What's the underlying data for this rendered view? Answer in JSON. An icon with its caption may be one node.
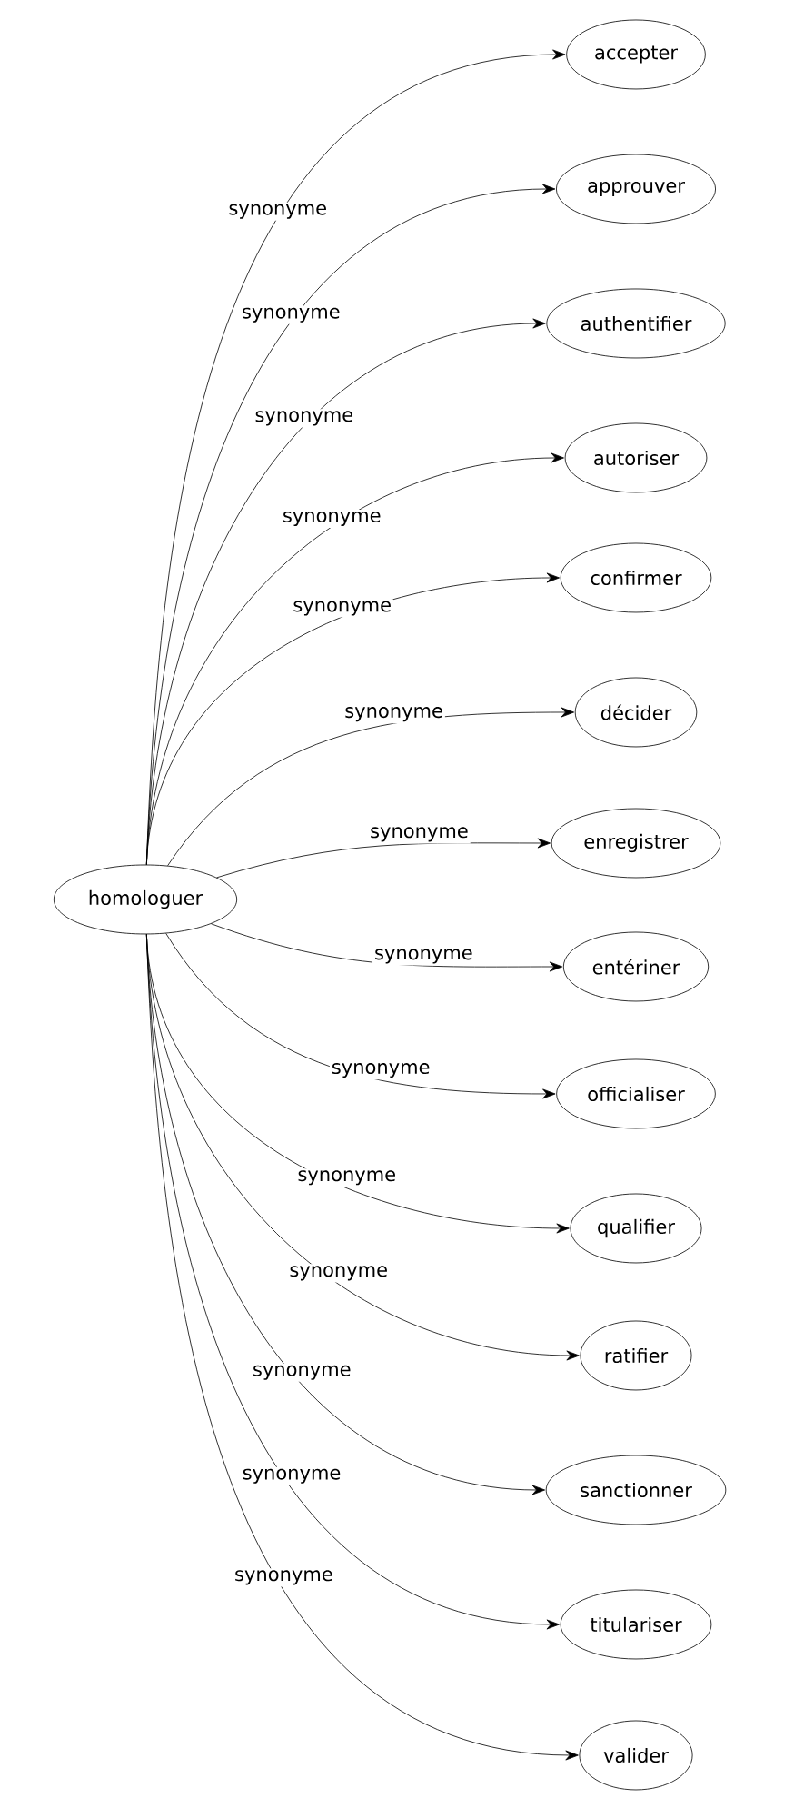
{
  "diagram": {
    "nodes": [
      {
        "text": [
          "homologuer"
        ]
      },
      {
        "text": [
          "accepter"
        ]
      },
      {
        "text": [
          "approuver"
        ]
      },
      {
        "text": [
          "authentifier"
        ]
      },
      {
        "text": [
          "autoriser"
        ]
      },
      {
        "text": [
          "confirmer"
        ]
      },
      {
        "text": [
          "décider"
        ]
      },
      {
        "text": [
          "enregistrer"
        ]
      },
      {
        "text": [
          "entériner"
        ]
      },
      {
        "text": [
          "officialiser"
        ]
      },
      {
        "text": [
          "qualifier"
        ]
      },
      {
        "text": [
          "ratifier"
        ]
      },
      {
        "text": [
          "sanctionner"
        ]
      },
      {
        "text": [
          "titulariser"
        ]
      },
      {
        "text": [
          "valider"
        ]
      }
    ],
    "edges": [
      {
        "from": 0,
        "to": 1,
        "arrow": "to",
        "label": "synonyme"
      },
      {
        "from": 0,
        "to": 2,
        "arrow": "to",
        "label": "synonyme"
      },
      {
        "from": 0,
        "to": 3,
        "arrow": "to",
        "label": "synonyme"
      },
      {
        "from": 0,
        "to": 4,
        "arrow": "to",
        "label": "synonyme"
      },
      {
        "from": 0,
        "to": 5,
        "arrow": "to",
        "label": "synonyme"
      },
      {
        "from": 0,
        "to": 6,
        "arrow": "to",
        "label": "synonyme"
      },
      {
        "from": 0,
        "to": 7,
        "arrow": "to",
        "label": "synonyme"
      },
      {
        "from": 0,
        "to": 8,
        "arrow": "to",
        "label": "synonyme"
      },
      {
        "from": 0,
        "to": 9,
        "arrow": "to",
        "label": "synonyme"
      },
      {
        "from": 0,
        "to": 10,
        "arrow": "to",
        "label": "synonyme"
      },
      {
        "from": 0,
        "to": 11,
        "arrow": "to",
        "label": "synonyme"
      },
      {
        "from": 0,
        "to": 12,
        "arrow": "to",
        "label": "synonyme"
      },
      {
        "from": 0,
        "to": 13,
        "arrow": "to",
        "label": "synonyme"
      },
      {
        "from": 0,
        "to": 14,
        "arrow": "to",
        "label": "synonyme"
      }
    ]
  }
}
